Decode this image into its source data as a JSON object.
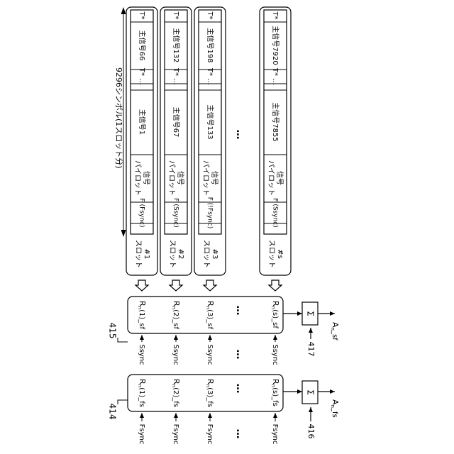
{
  "symbol_dim_label": "9296シンボル(1スロット分)",
  "slots": [
    {
      "label_main": "スロット",
      "label_num": "#1",
      "field": "F (Fsync)",
      "pilot": [
        "パイロット",
        "信号"
      ],
      "main_first": "主信号1",
      "main_last": "主信号66",
      "tstar": "T*",
      "tdots": "T* …"
    },
    {
      "label_main": "スロット",
      "label_num": "#2",
      "field": "F (Ssync)",
      "pilot": [
        "パイロット",
        "信号"
      ],
      "main_first": "主信号67",
      "main_last": "主信号132",
      "tstar": "T*",
      "tdots": "T* …"
    },
    {
      "label_main": "スロット",
      "label_num": "#3",
      "field": "F (!Fsync)",
      "pilot": [
        "パイロット",
        "信号"
      ],
      "main_first": "主信号133",
      "main_last": "主信号198",
      "tstar": "T*",
      "tdots": "T* …"
    },
    {
      "label_main": "スロット",
      "label_num": "#s",
      "field": "F (Ssync)",
      "pilot": [
        "パイロット",
        "信号"
      ],
      "main_first": "主信号7855",
      "main_last": "主信号7920",
      "tstar": "T*",
      "tdots": "T* …"
    }
  ],
  "ellipsis": "…",
  "bank415": {
    "ref": "415",
    "inputs": [
      "Ssync",
      "Ssync",
      "Ssync",
      "Ssync"
    ],
    "items": [
      {
        "main": "R",
        "sub": "n",
        "rest": "(1)_sf"
      },
      {
        "main": "R",
        "sub": "n",
        "rest": "(2)_sf"
      },
      {
        "main": "R",
        "sub": "n",
        "rest": "(3)_sf"
      },
      {
        "main": "R",
        "sub": "n",
        "rest": "(s)_sf"
      }
    ],
    "sum_symbol": "Σ",
    "sum_ref": "417",
    "output_main": "A",
    "output_sub": "n",
    "output_rest": "_sf"
  },
  "bank414": {
    "ref": "414",
    "inputs": [
      "Fsync",
      "Fsync",
      "Fsync",
      "Fsync"
    ],
    "items": [
      {
        "main": "R",
        "sub": "n",
        "rest": "(1)_fs"
      },
      {
        "main": "R",
        "sub": "n",
        "rest": "(2)_fs"
      },
      {
        "main": "R",
        "sub": "n",
        "rest": "(3)_fs"
      },
      {
        "main": "R",
        "sub": "n",
        "rest": "(s)_fs"
      }
    ],
    "sum_symbol": "Σ",
    "sum_ref": "416",
    "output_main": "A",
    "output_sub": "n",
    "output_rest": "_fs"
  }
}
